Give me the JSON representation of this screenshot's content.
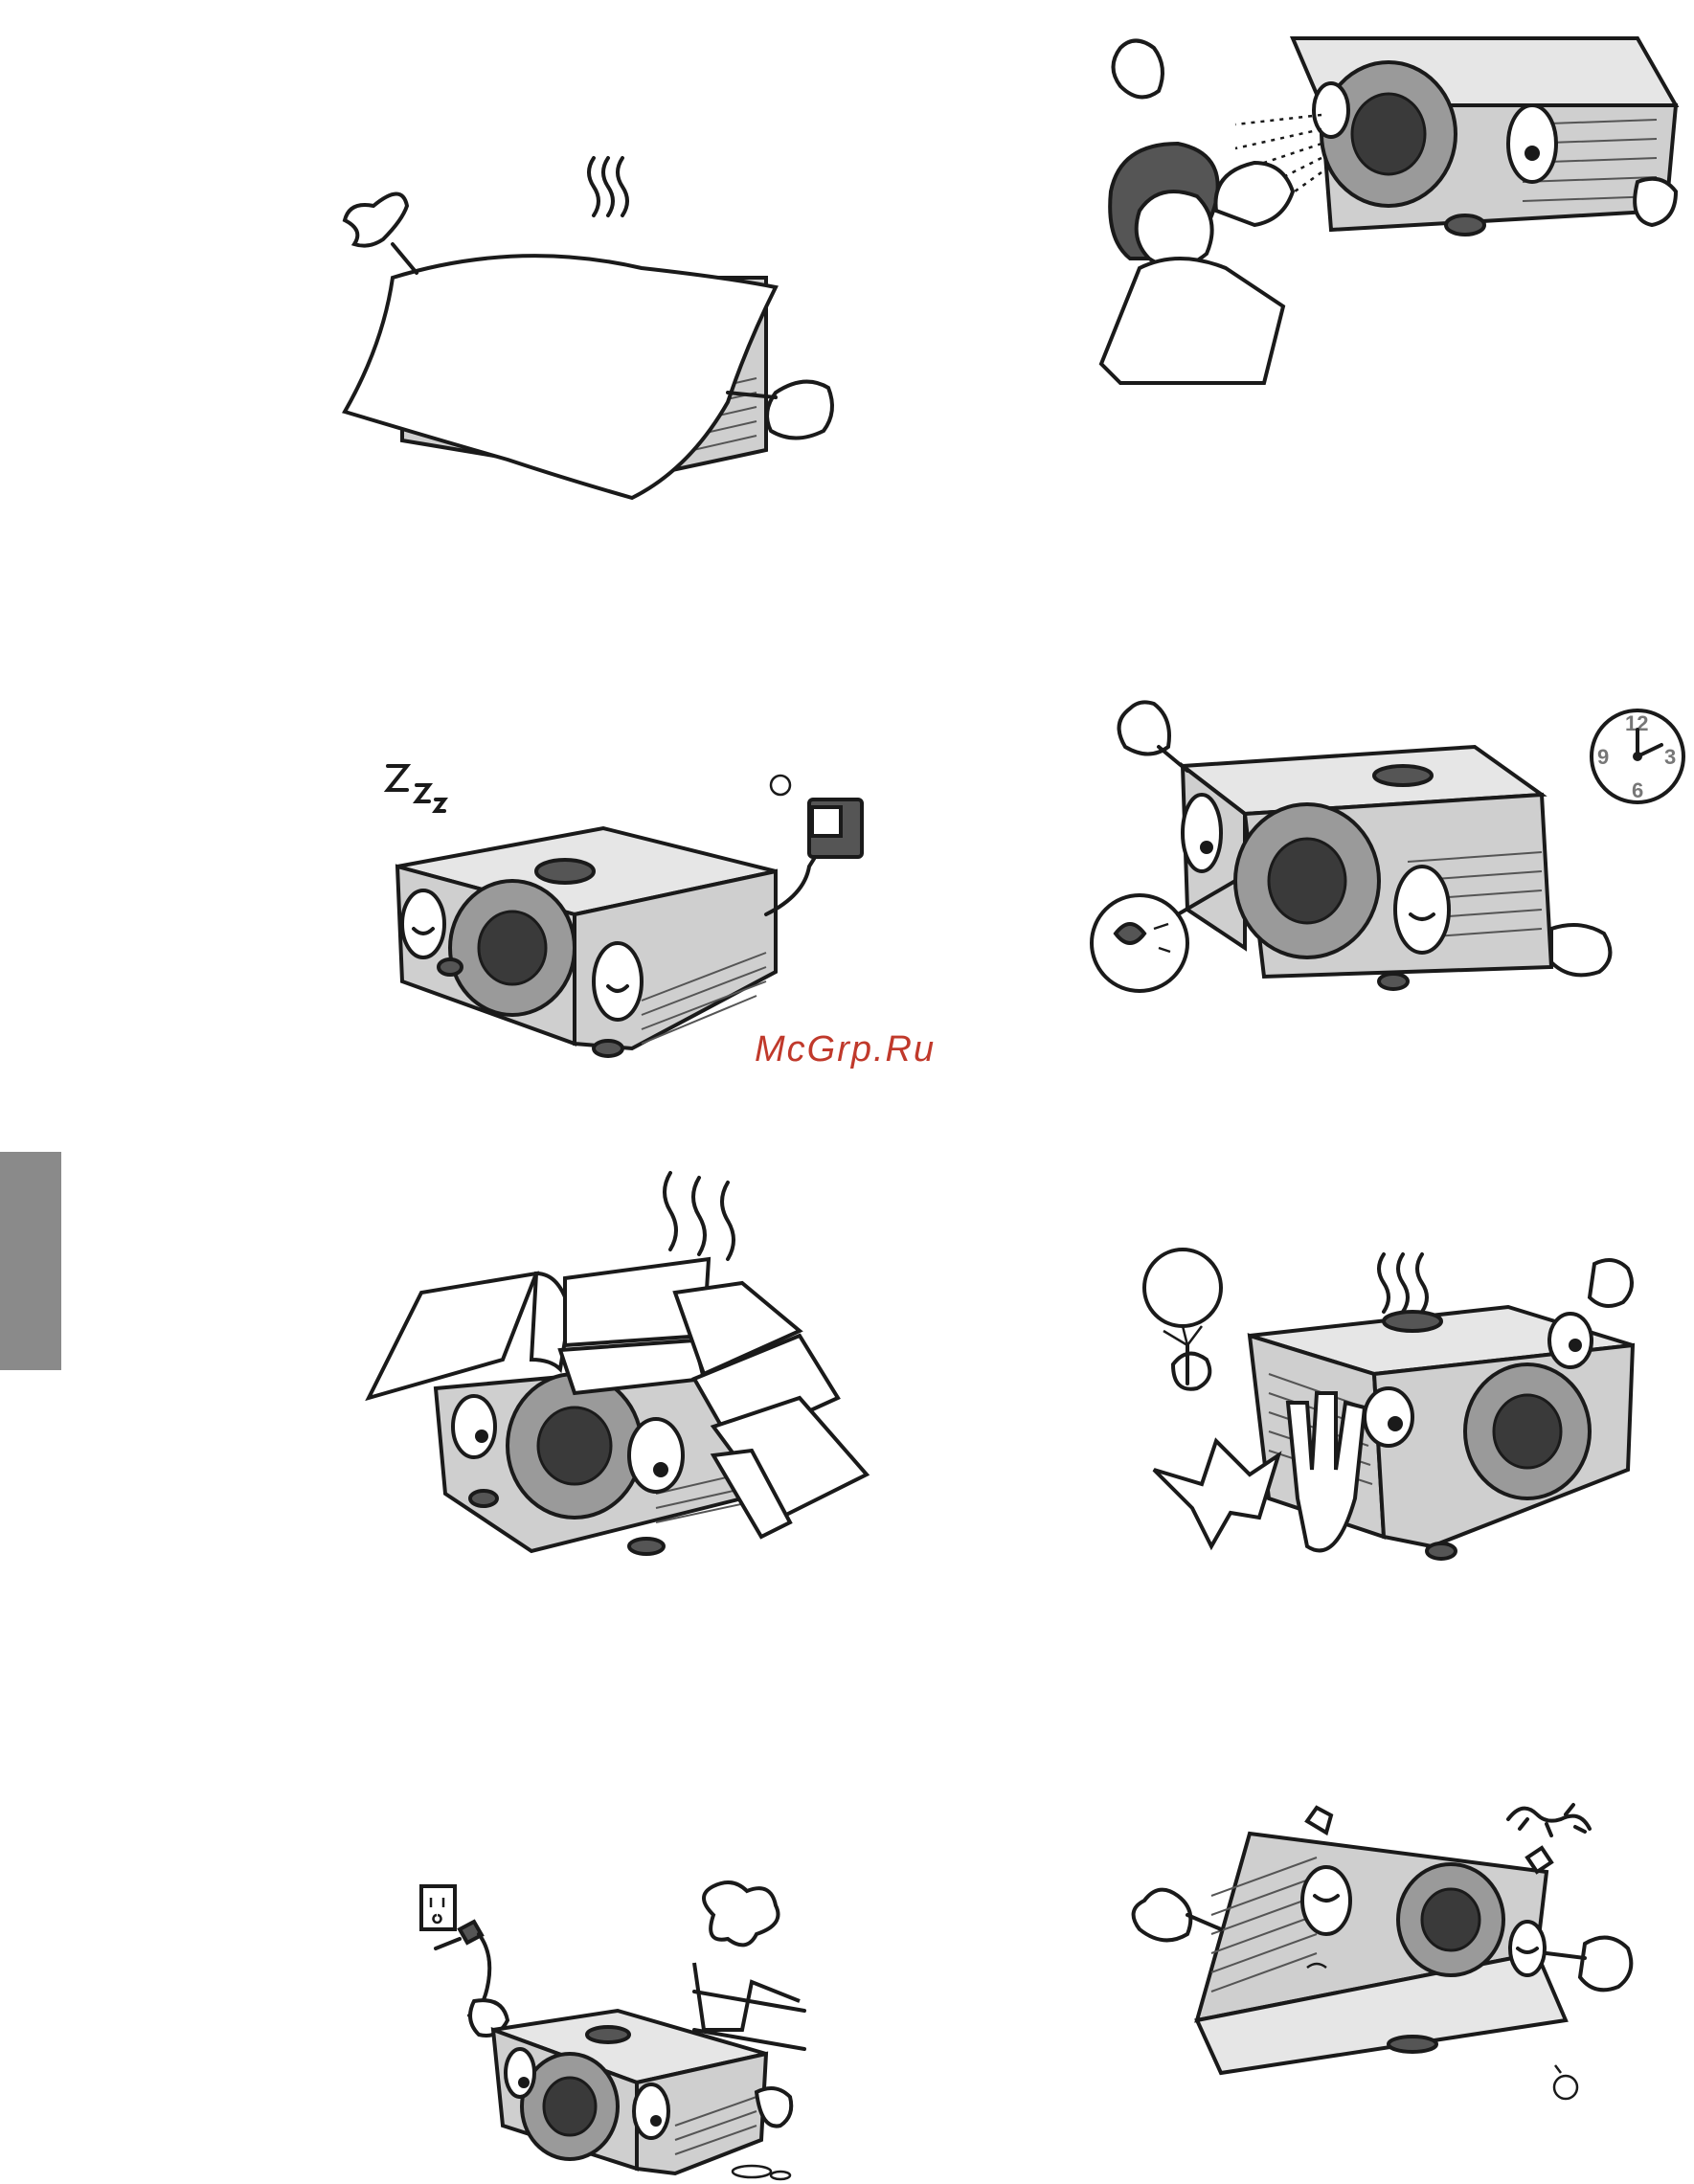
{
  "watermark": "McGrp.Ru",
  "clock": {
    "n12": "12",
    "n3": "3",
    "n6": "6",
    "n9": "9"
  },
  "colors": {
    "tab": "#8a8a8a",
    "watermark": "#c0392b"
  },
  "icons": {
    "covered": "projector-covered-cloth-icon",
    "eyes": "projector-beam-eyes-icon",
    "sleep": "projector-standby-adapter-icon",
    "clock": "projector-lamp-clock-icon",
    "books": "projector-books-blocked-icon",
    "hot": "projector-hot-vent-icon",
    "unplug": "projector-unplug-steam-icon",
    "ceiling": "projector-ceiling-mount-icon"
  }
}
